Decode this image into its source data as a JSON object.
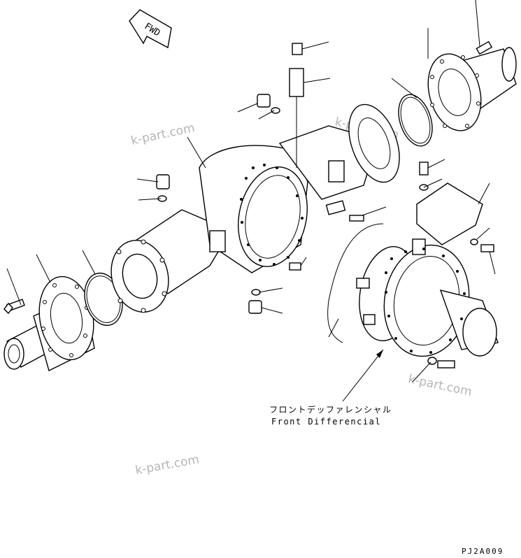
{
  "fwd_label": "FWD",
  "watermarks": [
    "k-part.com",
    "k-part.com",
    "k-part.com",
    "k-part.com"
  ],
  "callout": {
    "label_jp": "フロントデッファレンシャル",
    "label_en": "Front Differencial"
  },
  "drawing_code": "PJ2A009"
}
